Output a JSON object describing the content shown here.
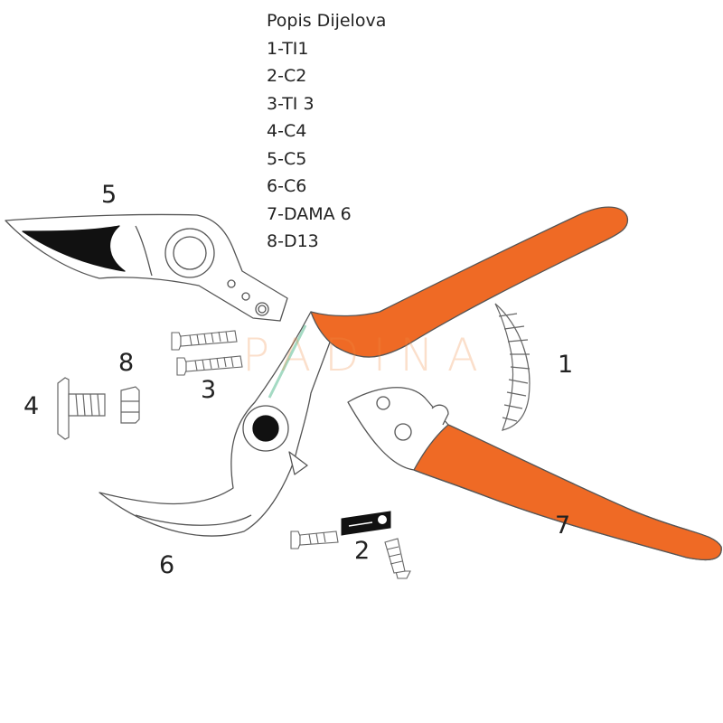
{
  "legend": {
    "title": "Popis Dijelova",
    "items": [
      "1-TI1",
      "2-C2",
      "3-TI 3",
      "4-C4",
      "5-C5",
      "6-C6",
      "7-DAMA 6",
      "8-D13"
    ]
  },
  "callouts": [
    "1",
    "2",
    "3",
    "4",
    "5",
    "6",
    "7",
    "8"
  ],
  "watermark": "PADINA",
  "colors": {
    "handle": "#ef6a25",
    "outline": "#5a5a5a",
    "fill_dark": "#111111",
    "watermark": "#f6c9a6",
    "watermark_slash": "#8ed1b5"
  }
}
